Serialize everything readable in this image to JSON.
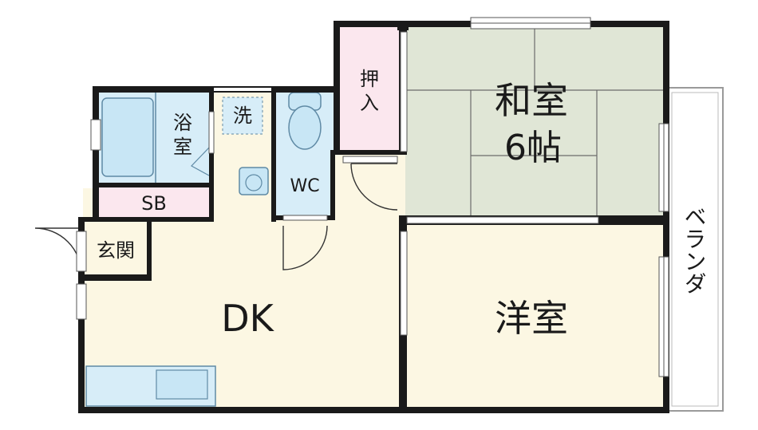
{
  "rooms": {
    "washitsu": {
      "name": "和室",
      "size": "6帖"
    },
    "youshitsu": {
      "name": "洋室"
    },
    "dk": {
      "name": "DK"
    },
    "bath": {
      "line1": "浴",
      "line2": "室"
    },
    "closet": {
      "line1": "押",
      "line2": "入"
    },
    "laundry": {
      "name": "洗"
    },
    "wc": {
      "name": "WC"
    },
    "sb": {
      "name": "SB"
    },
    "entrance": {
      "name": "玄関"
    },
    "balcony": {
      "name": "ベランダ"
    }
  },
  "colors": {
    "tatami": "#e0e6d6",
    "floor": "#fcf7e3",
    "water": "#d7edf8",
    "closet": "#fbe7ee",
    "wall": "#1a1a1a"
  }
}
